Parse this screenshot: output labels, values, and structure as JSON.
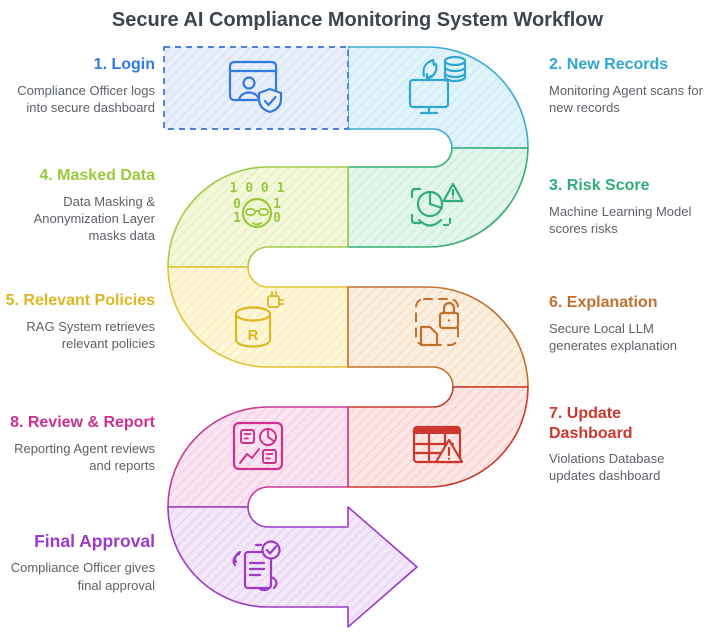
{
  "title": "Secure AI Compliance Monitoring System Workflow",
  "steps": {
    "login": {
      "label": "1. Login",
      "desc": "Compliance Officer logs into secure dashboard"
    },
    "new_records": {
      "label": "2. New Records",
      "desc": "Monitoring Agent scans for new records"
    },
    "risk_score": {
      "label": "3. Risk Score",
      "desc": "Machine Learning Model scores risks"
    },
    "masked_data": {
      "label": "4. Masked Data",
      "desc": "Data Masking & Anonymization Layer masks data"
    },
    "relevant_policies": {
      "label": "5. Relevant Policies",
      "desc": "RAG System retrieves relevant policies"
    },
    "explanation": {
      "label": "6. Explanation",
      "desc": "Secure Local LLM generates explanation"
    },
    "update_dashboard": {
      "label": "7. Update Dashboard",
      "desc": "Violations Database updates dashboard"
    },
    "review_report": {
      "label": "8. Review & Report",
      "desc": "Reporting Agent reviews and reports"
    },
    "final_approval": {
      "label": "Final Approval",
      "desc": "Compliance Officer gives final approval"
    }
  },
  "colors": {
    "title_text": "#3d4650",
    "desc_text": "#5c6268",
    "login": {
      "accent": "#3279e0",
      "border": "#4b82d8",
      "fill": "#e9effa",
      "hatch": "#d7e2f6"
    },
    "new_records": {
      "accent": "#2ea7d1",
      "border": "#3aaad2",
      "fill": "#e2f4fb",
      "hatch": "#cdeaf6"
    },
    "risk_score": {
      "accent": "#30ad78",
      "border": "#36ad77",
      "fill": "#e3f6ed",
      "hatch": "#cdeedd"
    },
    "masked_data": {
      "accent": "#9bc83d",
      "border": "#a4c94c",
      "fill": "#f3f8da",
      "hatch": "#e5f0c0"
    },
    "relevant_policies": {
      "accent": "#ddb622",
      "border": "#e4c233",
      "fill": "#fdf7d8",
      "hatch": "#f7ecb4"
    },
    "explanation": {
      "accent": "#c2702f",
      "border": "#c2702f",
      "fill": "#fcefdf",
      "hatch": "#f5e0c5"
    },
    "update_dashboard": {
      "accent": "#cc372e",
      "border": "#cb372e",
      "fill": "#fce7e5",
      "hatch": "#f6d3d0"
    },
    "review_report": {
      "accent": "#ce2f90",
      "border": "#cb3a96",
      "fill": "#fbe4f1",
      "hatch": "#f5cfe7"
    },
    "final_approval": {
      "accent": "#9d3bc6",
      "border": "#9d3bc6",
      "fill": "#f3e7fa",
      "hatch": "#e8d3f4"
    }
  },
  "icon_glyphs": {
    "masked_binary": {
      "row1": "1 0 0 1",
      "row2_left": "0",
      "row2_right": "1",
      "row3_left": "1",
      "row3_right": "0"
    },
    "policies_letter": "R"
  }
}
